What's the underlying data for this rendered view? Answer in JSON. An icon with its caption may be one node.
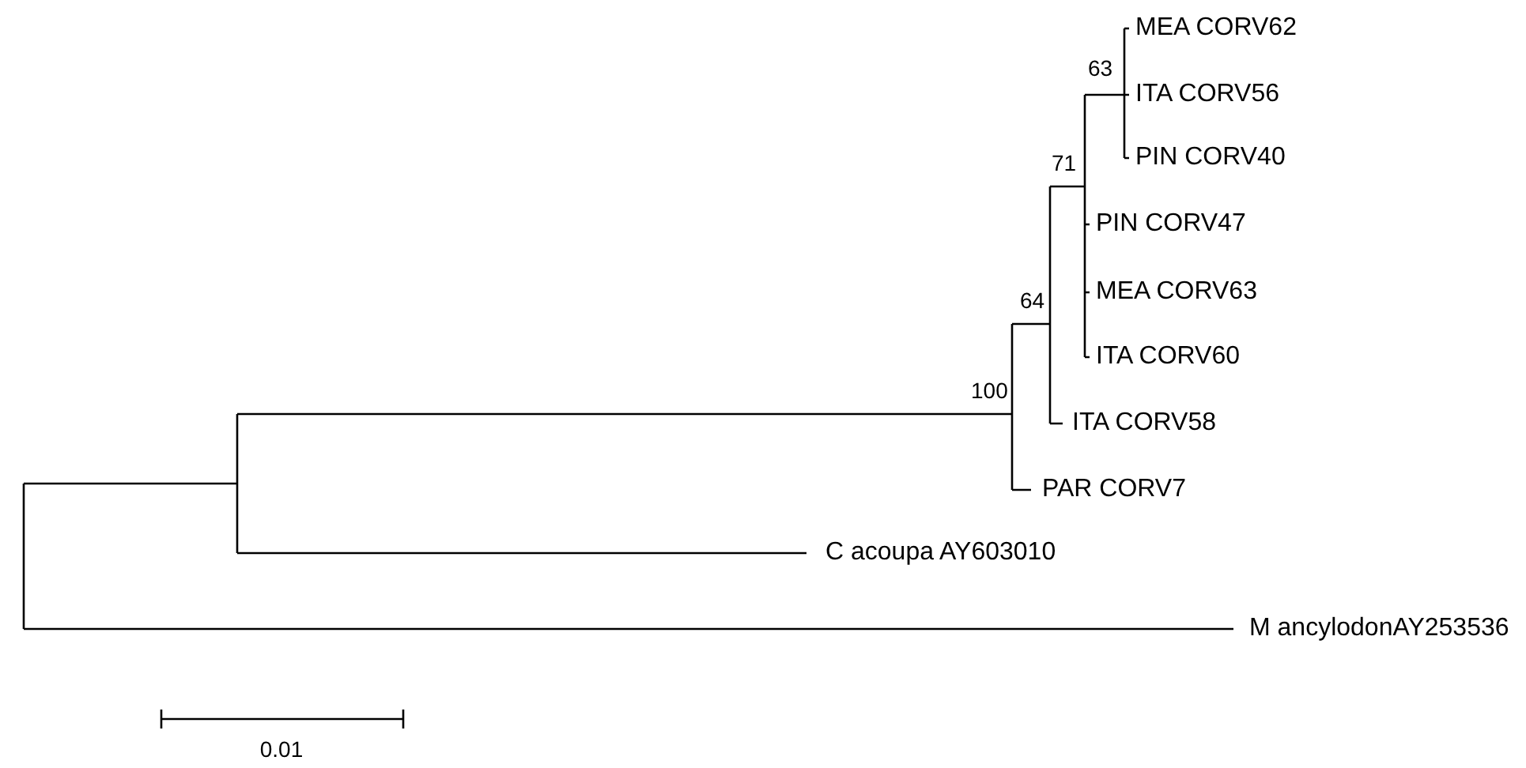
{
  "diagram": {
    "labels": [
      "MEA CORV62",
      "63",
      "ITA CORV56",
      "PIN CORV40",
      "71",
      "PIN CORV47",
      "MEA CORV63",
      "64",
      "ITA CORV60",
      "100",
      "ITA CORV58",
      "PAR CORV7",
      "C acoupa AY603010",
      "M ancylodonAY253536",
      "0.01"
    ]
  }
}
